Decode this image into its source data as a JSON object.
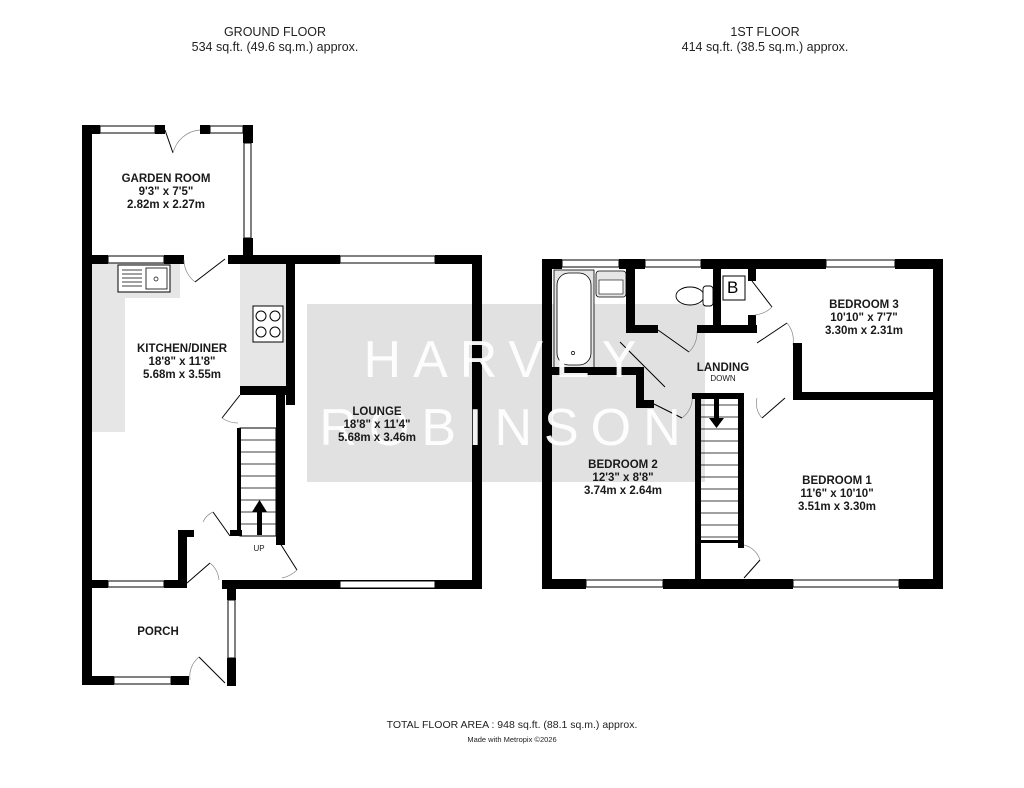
{
  "ground_floor": {
    "title": "GROUND FLOOR",
    "area": "534 sq.ft. (49.6 sq.m.) approx.",
    "rooms": {
      "garden_room": {
        "name": "GARDEN ROOM",
        "imperial": "9'3\"  x 7'5\"",
        "metric": "2.82m  x 2.27m"
      },
      "kitchen_diner": {
        "name": "KITCHEN/DINER",
        "imperial": "18'8\"  x 11'8\"",
        "metric": "5.68m  x 3.55m"
      },
      "lounge": {
        "name": "LOUNGE",
        "imperial": "18'8\"  x 11'4\"",
        "metric": "5.68m  x 3.46m"
      },
      "porch": {
        "name": "PORCH"
      }
    },
    "stairs_label": "UP"
  },
  "first_floor": {
    "title": "1ST FLOOR",
    "area": "414 sq.ft. (38.5 sq.m.) approx.",
    "rooms": {
      "bedroom_1": {
        "name": "BEDROOM 1",
        "imperial": "11'6\"  x 10'10\"",
        "metric": "3.51m  x 3.30m"
      },
      "bedroom_2": {
        "name": "BEDROOM 2",
        "imperial": "12'3\"  x 8'8\"",
        "metric": "3.74m  x 2.64m"
      },
      "bedroom_3": {
        "name": "BEDROOM 3",
        "imperial": "10'10\"  x 7'7\"",
        "metric": "3.30m  x 2.31m"
      },
      "landing": {
        "name": "LANDING",
        "sub": "DOWN"
      }
    },
    "boiler_label": "B"
  },
  "watermark": {
    "line1": "HARVEY",
    "line2": "ROBINSON"
  },
  "footer": {
    "total_area": "TOTAL FLOOR AREA : 948 sq.ft. (88.1 sq.m.) approx.",
    "credit": "Made with Metropix ©2026"
  },
  "colors": {
    "wall": "#000000",
    "fixture_fill": "#e6e6e6",
    "watermark_box": "#d4d4d4"
  }
}
